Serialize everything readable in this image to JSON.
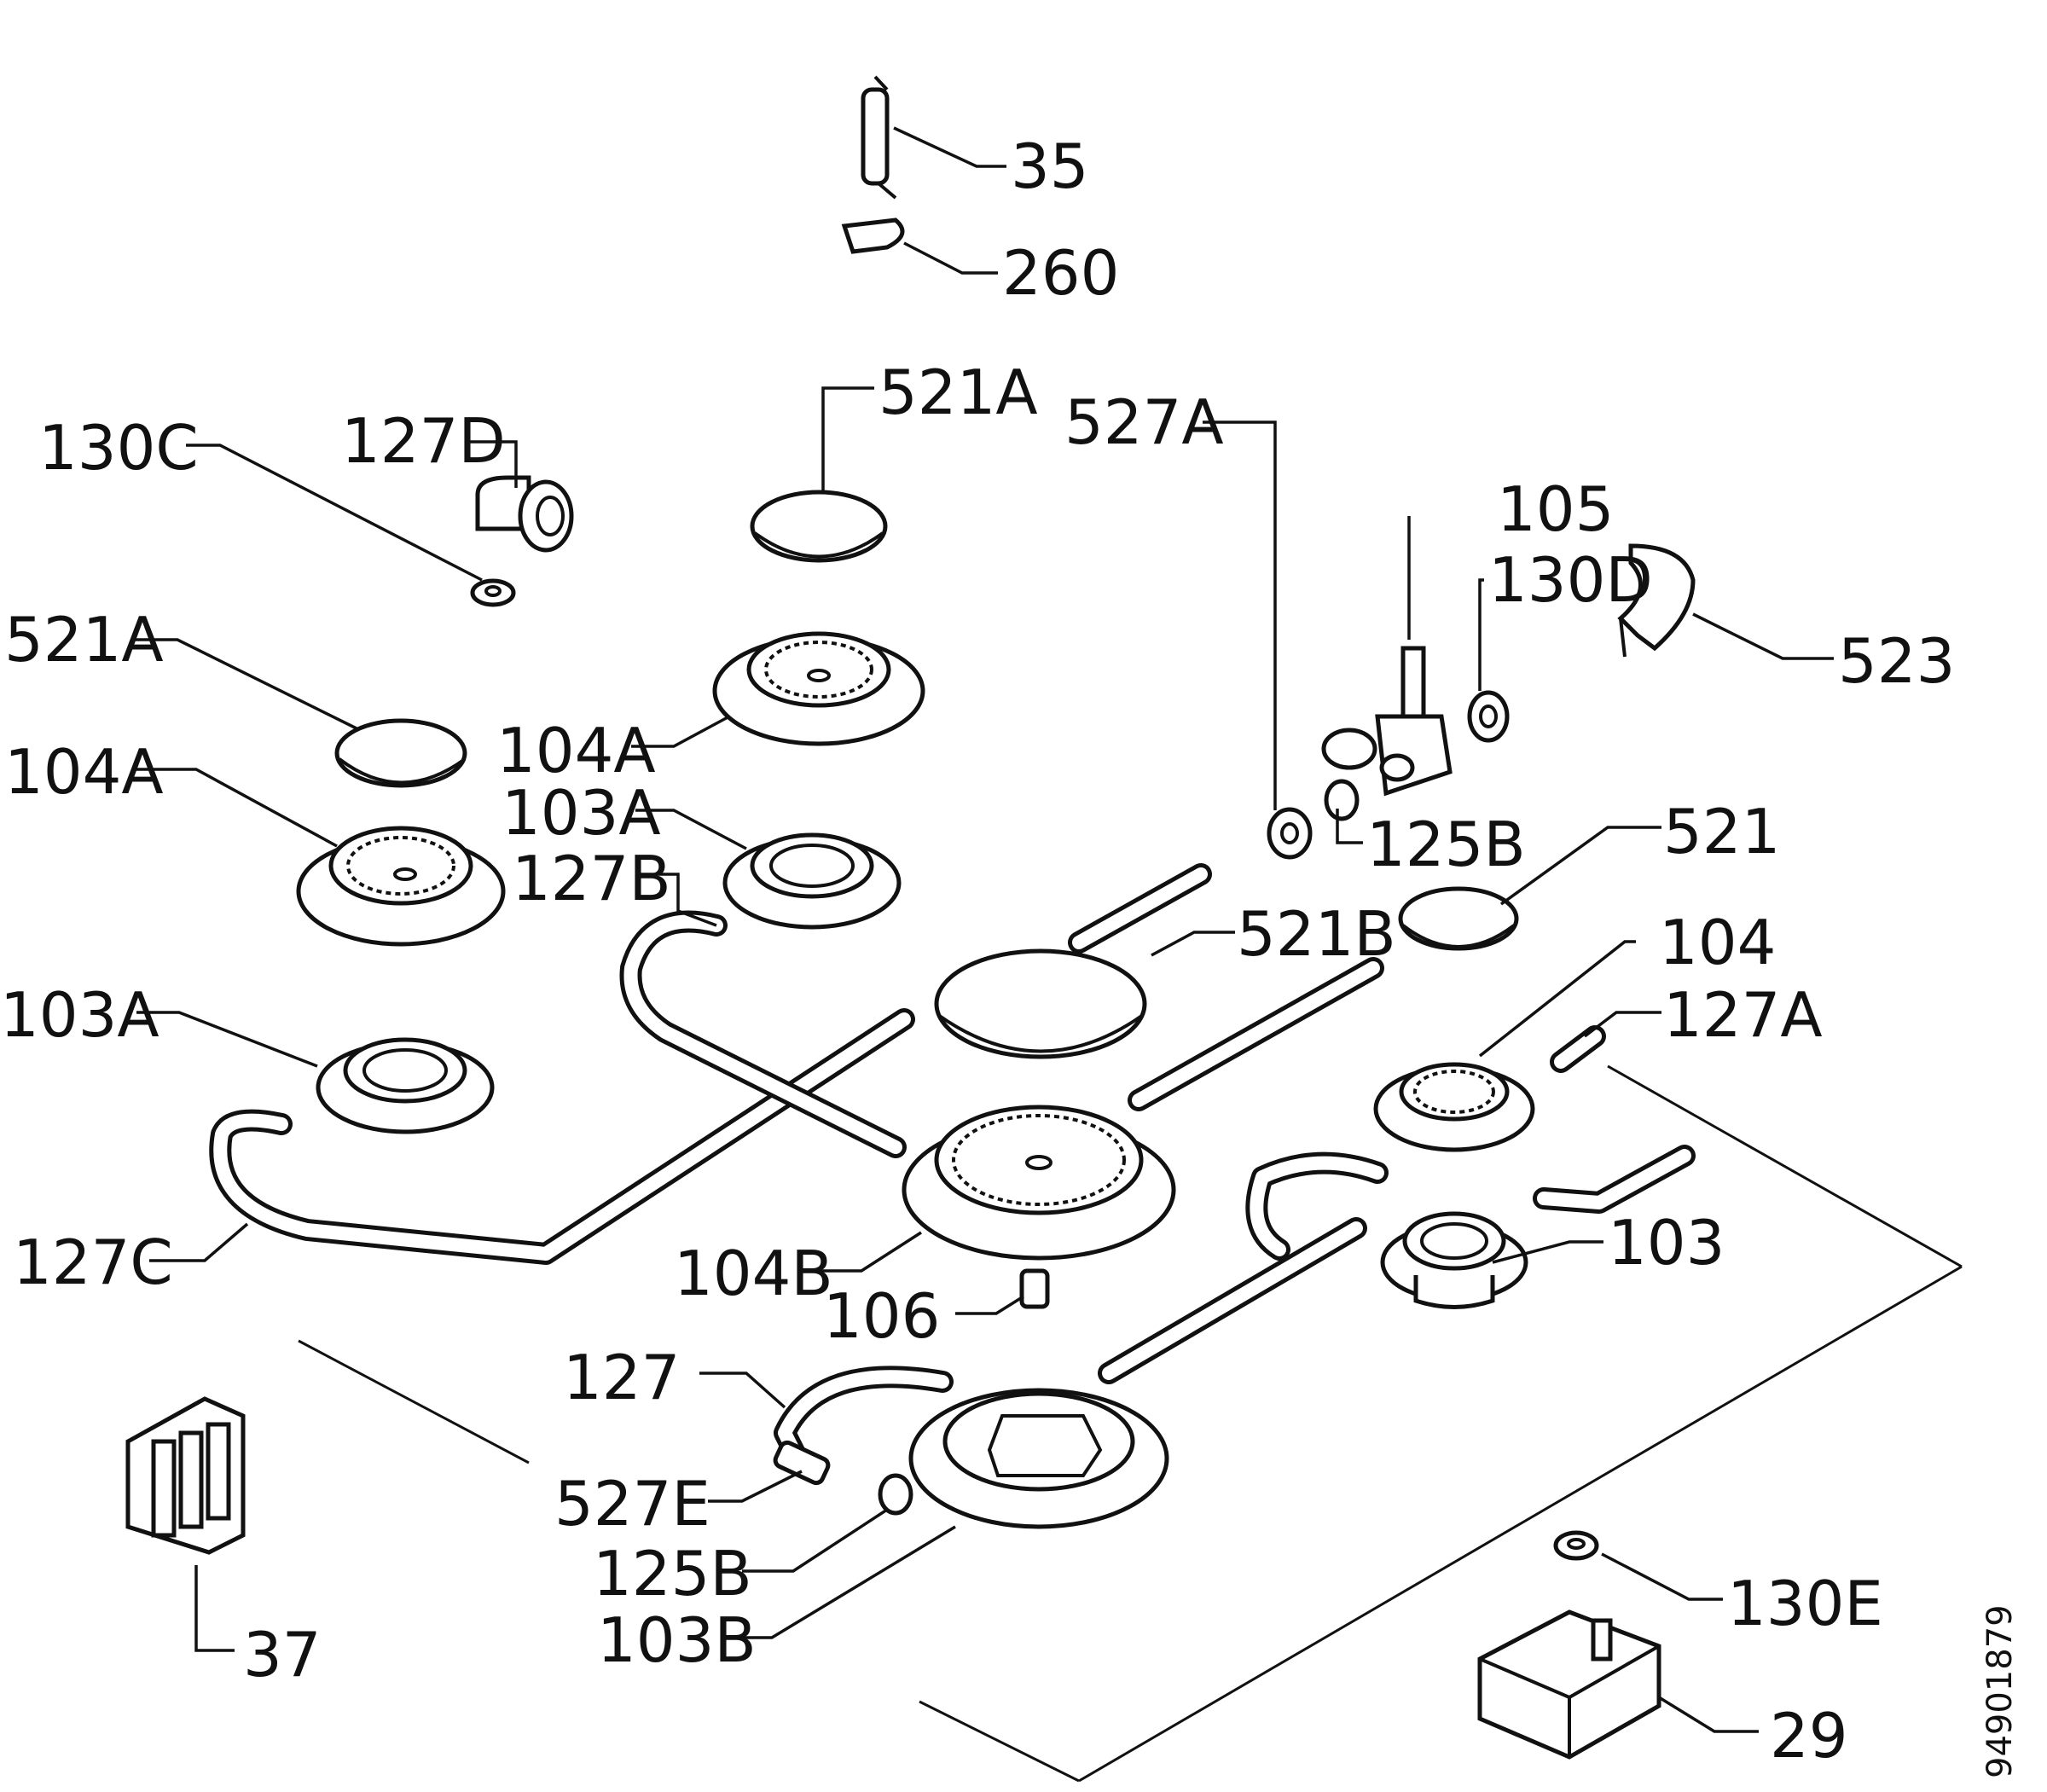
{
  "diagram": {
    "labels": {
      "35": "35",
      "260": "260",
      "130C": "130C",
      "127D": "127D",
      "521A_top": "521A",
      "527A": "527A",
      "105": "105",
      "130D": "130D",
      "523": "523",
      "521A_left": "521A",
      "104A_upper": "104A",
      "104A_left": "104A",
      "103A_upper": "103A",
      "127B": "127B",
      "125B_upper": "125B",
      "521": "521",
      "521B": "521B",
      "104": "104",
      "127A": "127A",
      "103A_left": "103A",
      "127C": "127C",
      "104B": "104B",
      "103": "103",
      "106": "106",
      "127": "127",
      "527E": "527E",
      "125B_lower": "125B",
      "103B": "103B",
      "37": "37",
      "130E": "130E",
      "29": "29"
    },
    "document_number": "94901879"
  }
}
